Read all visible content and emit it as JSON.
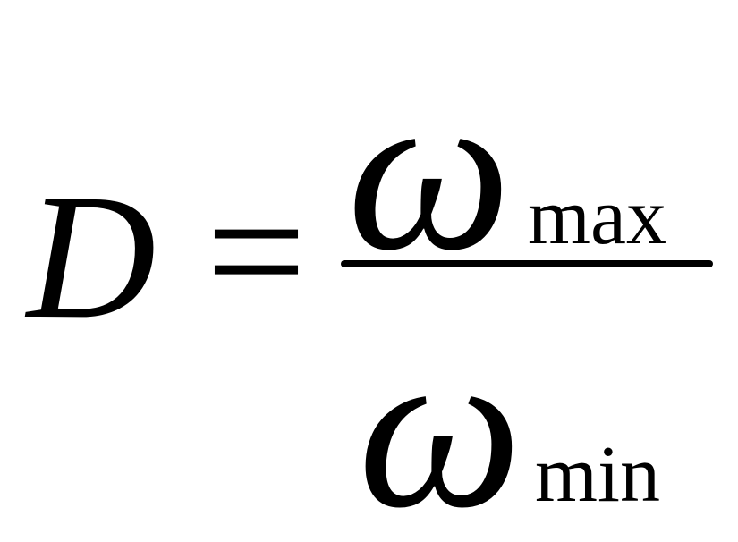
{
  "formula": {
    "lhs": "D",
    "operator": "=",
    "numerator": {
      "symbol": "ω",
      "subscript": "max"
    },
    "denominator": {
      "symbol": "ω",
      "subscript": "min"
    }
  }
}
